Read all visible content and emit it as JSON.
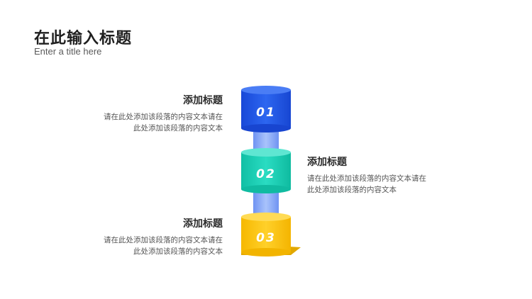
{
  "header": {
    "title": "在此输入标题",
    "subtitle": "Enter a title here"
  },
  "steps": [
    {
      "number": "01",
      "heading": "添加标题",
      "line1": "请在此处添加该段落的内容文本请在",
      "line2": "此处添加该段落的内容文本",
      "color": "#1f57e6"
    },
    {
      "number": "02",
      "heading": "添加标题",
      "line1": "请在此处添加该段落的内容文本请在",
      "line2": "此处添加该段落的内容文本",
      "color": "#1bcfb4"
    },
    {
      "number": "03",
      "heading": "添加标题",
      "line1": "请在此处添加该段落的内容文本请在",
      "line2": "此处添加该段落的内容文本",
      "color": "#ffc20e"
    }
  ],
  "connector_color": "#7da6f5"
}
